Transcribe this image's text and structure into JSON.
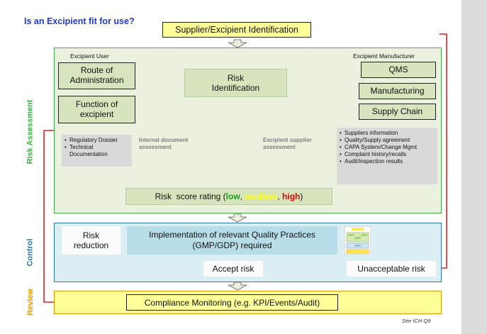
{
  "title": "Is an Excipient fit for use?",
  "identification": "Supplier/Excipient Identification",
  "side_labels": {
    "assessment": "Risk Assessment",
    "control": "Control",
    "review": "Review"
  },
  "user": {
    "heading": "Excipient User",
    "route": [
      "Route of",
      "Administration"
    ],
    "function": [
      "Function of",
      "excipient"
    ],
    "docs": [
      "Regulatory Dossier",
      "Technical Documentation"
    ]
  },
  "manufacturer": {
    "heading": "Excipient Manufacturer",
    "qms": "QMS",
    "manufacturing": "Manufacturing",
    "supply_chain": "Supply Chain",
    "info": [
      "Suppliers information",
      "Quality/Supply agreement",
      "CAPA System/Change Mgmt",
      "Complaint history/recalls",
      "Audit/inspection results"
    ]
  },
  "risk_identification": [
    "Risk",
    "Identification"
  ],
  "internal_assessment": [
    "Internal document",
    "assessment"
  ],
  "supplier_assessment": [
    "Excipient supplier",
    "assessment"
  ],
  "score": {
    "prefix": "Risk  score rating (",
    "low": "low",
    "sep1": ", ",
    "medium": "medium",
    "sep2": ", ",
    "high": "high",
    "suffix": ")"
  },
  "control": {
    "risk_reduction": [
      "Risk",
      "reduction"
    ],
    "implementation": [
      "Implementation of relevant Quality Practices",
      "(GMP/GDP) required"
    ],
    "accept": "Accept risk",
    "unacceptable": "Unacceptable risk"
  },
  "monitoring": "Compliance Monitoring (e.g. KPI/Events/Audit)",
  "footnote": "See ICH Q9",
  "colors": {
    "assessment": "#3fae49",
    "control": "#2e75b6",
    "review": "#e69b00",
    "title": "#1f3bd6",
    "low": "#1a9e1a",
    "medium": "#ffff00",
    "high": "#e00000",
    "loop": "#e0202a"
  }
}
